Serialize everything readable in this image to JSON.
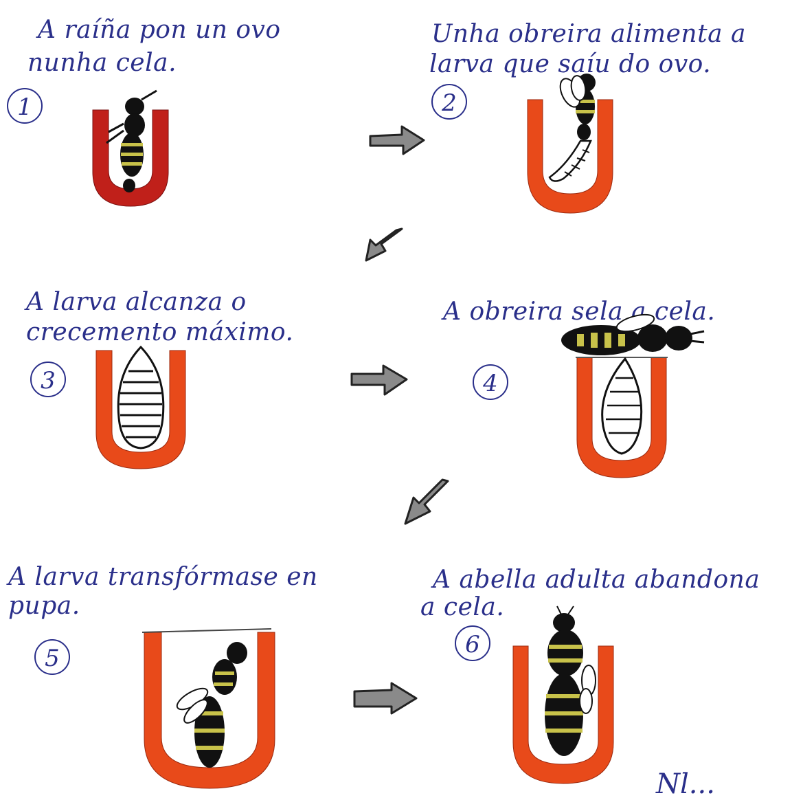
{
  "colors": {
    "ink": "#2a2f8a",
    "cell_red": "#e84a1a",
    "cell_dark_red": "#c0201a",
    "bee_black": "#111111",
    "bee_yellow": "#c8c24a"
  },
  "steps": [
    {
      "number": "1",
      "caption_lines": [
        "A raíña pon un ovo",
        "nunha cela."
      ]
    },
    {
      "number": "2",
      "caption_lines": [
        "Unha obreira alimenta a",
        "larva que saíu do ovo."
      ]
    },
    {
      "number": "3",
      "caption_lines": [
        "A larva alcanza o",
        "crecemento máximo."
      ]
    },
    {
      "number": "4",
      "caption_lines": [
        "A obreira sela a cela."
      ]
    },
    {
      "number": "5",
      "caption_lines": [
        "A larva transfórmase en",
        "pupa."
      ]
    },
    {
      "number": "6",
      "caption_lines": [
        "A abella adulta abandona",
        "a cela."
      ]
    }
  ],
  "signature": "Nl..."
}
